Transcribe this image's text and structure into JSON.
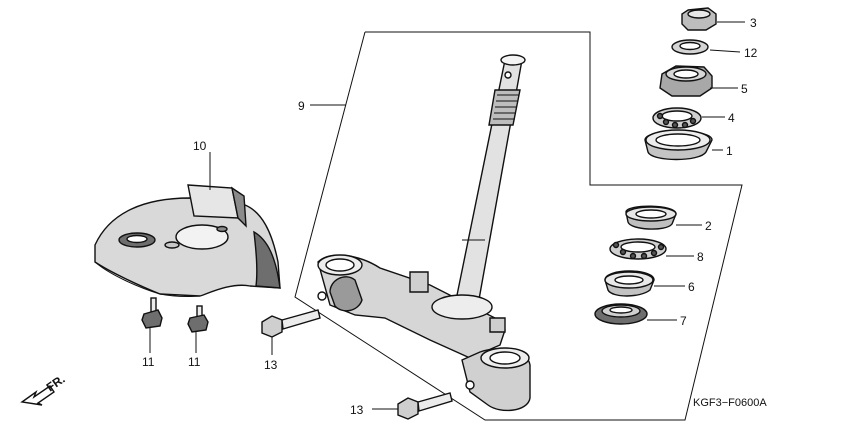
{
  "diagram": {
    "callouts": {
      "c1": "1",
      "c2": "2",
      "c3": "3",
      "c4": "4",
      "c5": "5",
      "c6": "6",
      "c7": "7",
      "c8": "8",
      "c9": "9",
      "c10": "10",
      "c11a": "11",
      "c11b": "11",
      "c12": "12",
      "c13a": "13",
      "c13b": "13"
    },
    "direction_label": "FR.",
    "drawing_code": "KGF3−F0600A"
  },
  "colors": {
    "line": "#111111",
    "shade": "#d9d9d9",
    "dark": "#6e6e6e",
    "background": "#ffffff"
  }
}
